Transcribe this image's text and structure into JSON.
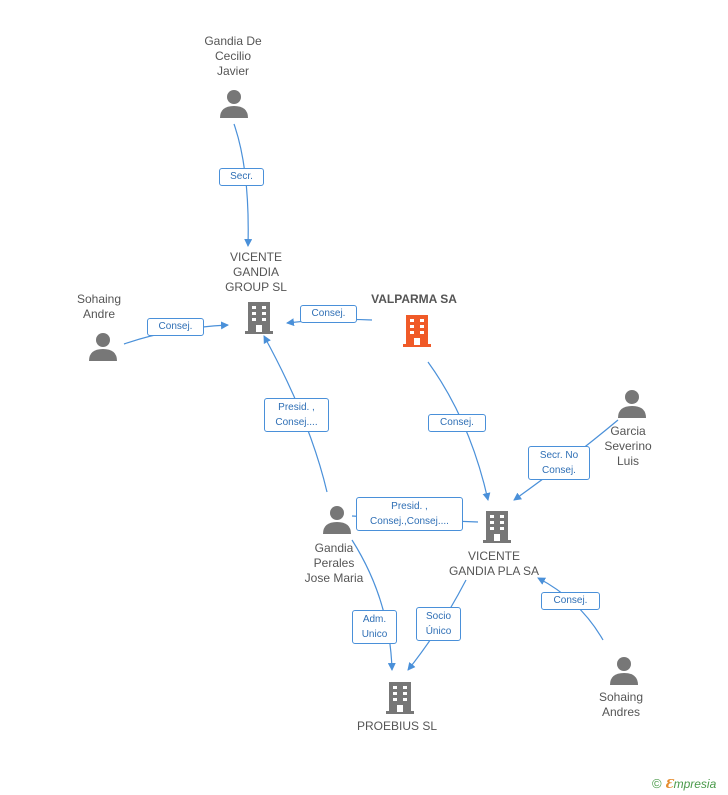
{
  "colors": {
    "edge": "#4a90d9",
    "icon": "#777777",
    "focus_icon": "#f05a28",
    "label_border": "#4a90d9",
    "label_text": "#2f6fb5"
  },
  "nodes": {
    "gandia_de_cecilio": {
      "name": "Gandia De\nCecilio\nJavier",
      "kind": "person-icon"
    },
    "vicente_gandia_group": {
      "name": "VICENTE\nGANDIA\nGROUP  SL",
      "kind": "building-icon"
    },
    "sohaing_andre": {
      "name": "Sohaing\nAndre",
      "kind": "person-icon"
    },
    "valparma": {
      "name": "VALPARMA SA",
      "kind": "building-icon"
    },
    "garcia_severino": {
      "name": "Garcia\nSeverino\nLuis",
      "kind": "person-icon"
    },
    "gandia_perales": {
      "name": "Gandia\nPerales\nJose Maria",
      "kind": "person-icon"
    },
    "vicente_gandia_pla": {
      "name": "VICENTE\nGANDIA PLA SA",
      "kind": "building-icon"
    },
    "proebius": {
      "name": "PROEBIUS SL",
      "kind": "building-icon"
    },
    "sohaing_andres": {
      "name": "Sohaing\nAndres",
      "kind": "person-icon"
    }
  },
  "edges": {
    "secr": "Secr.",
    "consej_sohaing": "Consej.",
    "consej_valparma_group": "Consej.",
    "presid_group": "Presid. ,\nConsej....",
    "consej_valparma_pla": "Consej.",
    "secr_no_consej": "Secr.  No\nConsej.",
    "presid_pla": "Presid. ,\nConsej.,Consej....",
    "adm_unico": "Adm.\nUnico",
    "socio_unico": "Socio\nÚnico",
    "consej_andres": "Consej."
  },
  "copyright": {
    "symbol": "©",
    "brand_initial": "Ɛ",
    "brand_rest": "mpresia"
  }
}
